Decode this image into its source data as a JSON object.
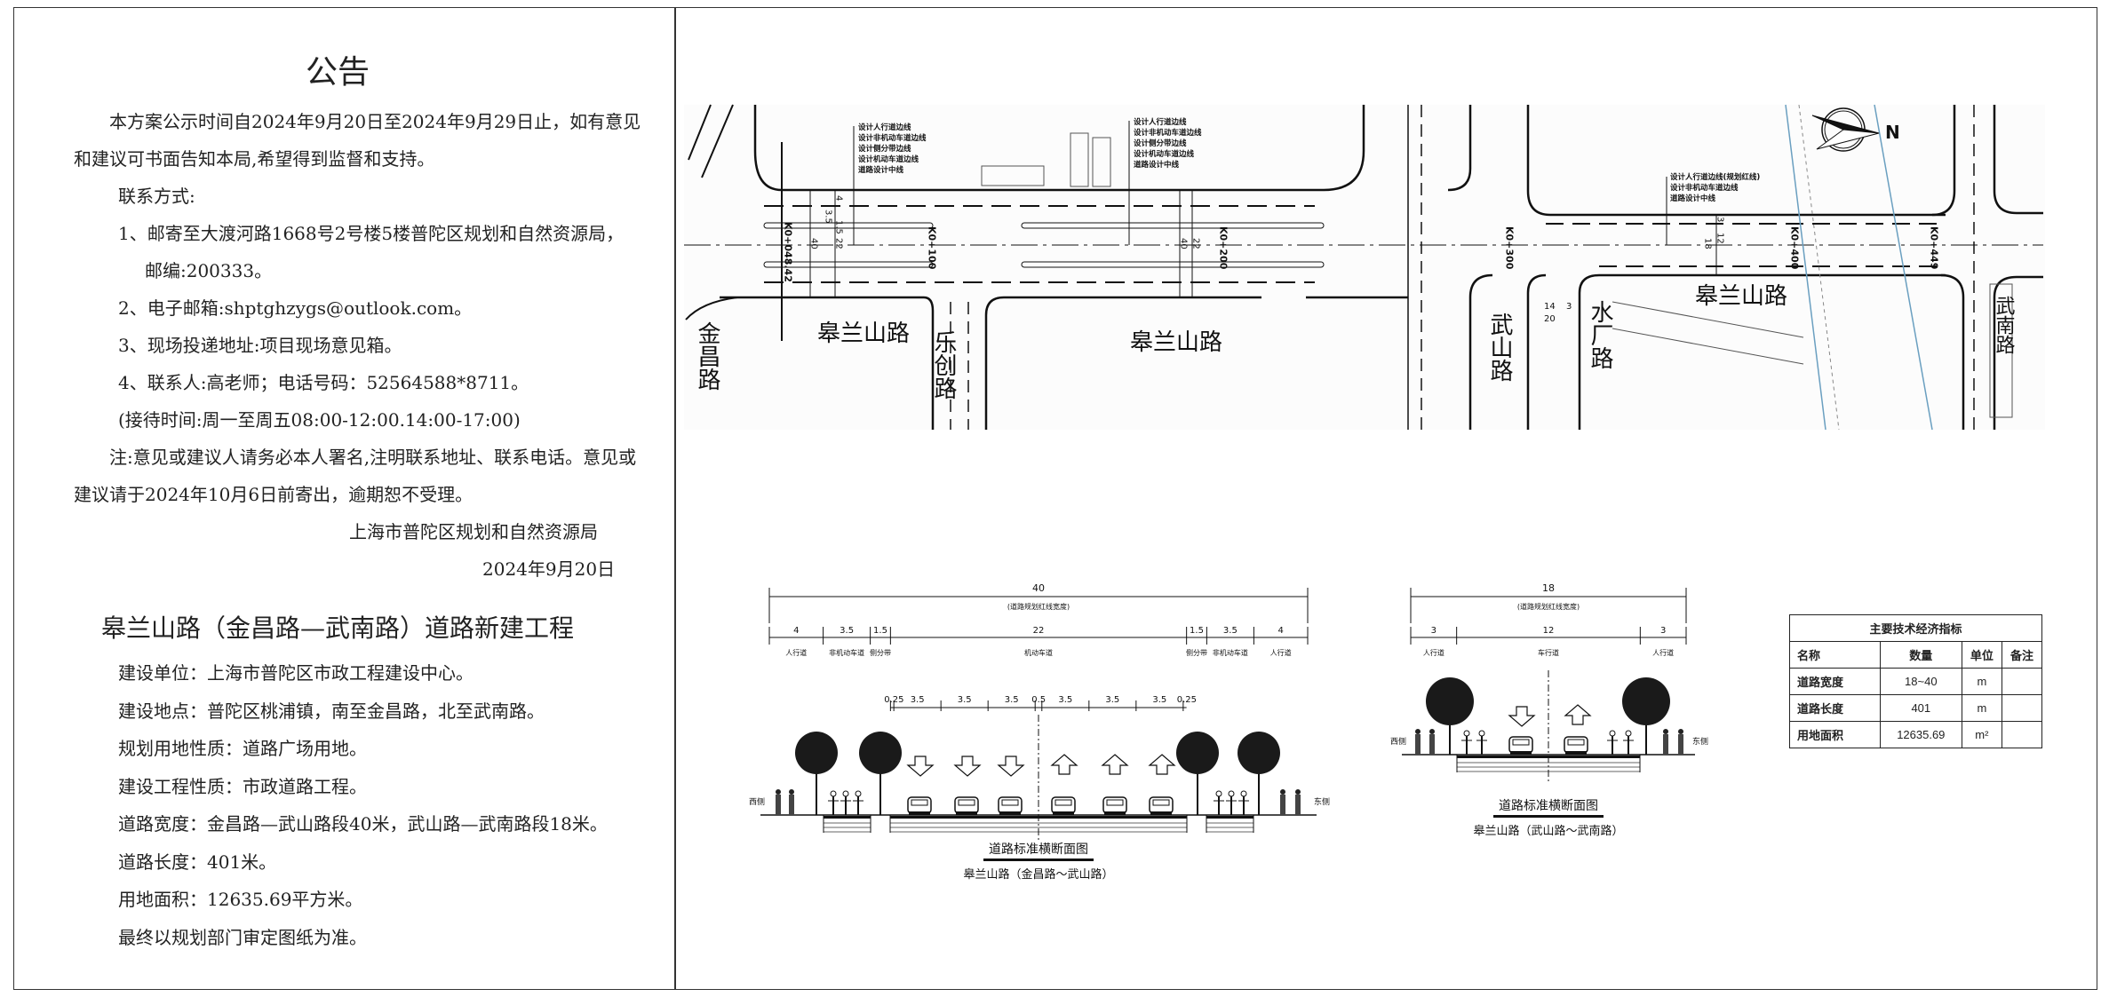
{
  "notice": {
    "title": "公告",
    "para1": "本方案公示时间自2024年9月20日至2024年9月29日止，如有意见和建议可书面告知本局,希望得到监督和支持。",
    "contact_heading": "联系方式:",
    "item1": "1、邮寄至大渡河路1668号2号楼5楼普陀区规划和自然资源局，",
    "item1_cont": "邮编:200333。",
    "item2": "2、电子邮箱:shptghzygs@outlook.com。",
    "item3": "3、现场投递地址:项目现场意见箱。",
    "item4": "4、联系人:高老师；电话号码：52564588*8711。",
    "hours": "(接待时间:周一至周五08:00-12:00.14:00-17:00)",
    "note": "注:意见或建议人请务必本人署名,注明联系地址、联系电话。意见或建议请于2024年10月6日前寄出，逾期恕不受理。",
    "signature": "上海市普陀区规划和自然资源局",
    "date": "2024年9月20日"
  },
  "project": {
    "title": "皋兰山路（金昌路—武南路）道路新建工程",
    "items": [
      "建设单位：上海市普陀区市政工程建设中心。",
      "建设地点：普陀区桃浦镇，南至金昌路，北至武南路。",
      "规划用地性质：道路广场用地。",
      "建设工程性质：市政道路工程。",
      "道路宽度：金昌路—武山路段40米，武山路—武南路段18米。",
      "道路长度：401米。",
      "用地面积：12635.69平方米。",
      "最终以规划部门审定图纸为准。"
    ]
  },
  "map": {
    "road_labels": {
      "jinchang": "金昌路",
      "gaolanshan_1": "皋兰山路",
      "lechuang": "乐创路",
      "gaolanshan_2": "皋兰山路",
      "wushan": "武山路",
      "shuichang": "水厂路",
      "gaolanshan_3": "皋兰山路",
      "wunan": "武南路"
    },
    "stations": [
      "K0+048.42",
      "K0+100",
      "K0+200",
      "K0+300",
      "K0+400",
      "K0+449"
    ],
    "dims": {
      "w40": "40",
      "w22": "22",
      "w4": "4",
      "w35": "3.5",
      "w15": "1.5",
      "w18": "18",
      "w12": "12",
      "w3": "3",
      "w14": "14",
      "w20": "20"
    },
    "legend_a": [
      "设计人行道边线",
      "设计非机动车道边线",
      "设计侧分带边线",
      "设计机动车道边线",
      "道路设计中线"
    ],
    "legend_b": [
      "设计人行道边线(规划红线)",
      "设计非机动车道边线",
      "道路设计中线"
    ],
    "north": "N"
  },
  "cross_sections": [
    {
      "total": "40",
      "total_label": "(道路规划红线宽度)",
      "segments": [
        {
          "width": 4,
          "label": "人行道"
        },
        {
          "width": 3.5,
          "label": "非机动车道"
        },
        {
          "width": 1.5,
          "label": "侧分带"
        },
        {
          "width": 22,
          "label": "机动车道"
        },
        {
          "width": 1.5,
          "label": "侧分带"
        },
        {
          "width": 3.5,
          "label": "非机动车道"
        },
        {
          "width": 4,
          "label": "人行道"
        }
      ],
      "lanes": [
        "0.25",
        "3.5",
        "3.5",
        "3.5",
        "0.5",
        "3.5",
        "3.5",
        "3.5",
        "0.25"
      ],
      "lane_widths": [
        0.25,
        3.5,
        3.5,
        3.5,
        0.5,
        3.5,
        3.5,
        3.5,
        0.25
      ],
      "west": "西侧",
      "east": "东侧",
      "title": "道路标准横断面图",
      "subtitle": "皋兰山路（金昌路～武山路）"
    },
    {
      "total": "18",
      "total_label": "(道路规划红线宽度)",
      "segments": [
        {
          "width": 3,
          "label": "人行道"
        },
        {
          "width": 12,
          "label": "车行道"
        },
        {
          "width": 3,
          "label": "人行道"
        }
      ],
      "lanes": [],
      "lane_widths": [],
      "west": "西侧",
      "east": "东侧",
      "title": "道路标准横断面图",
      "subtitle": "皋兰山路（武山路～武南路）"
    }
  ],
  "indicators": {
    "title": "主要技术经济指标",
    "headers": [
      "名称",
      "数量",
      "单位",
      "备注"
    ],
    "rows": [
      {
        "name": "道路宽度",
        "value": "18~40",
        "unit": "m",
        "note": ""
      },
      {
        "name": "道路长度",
        "value": "401",
        "unit": "m",
        "note": ""
      },
      {
        "name": "用地面积",
        "value": "12635.69",
        "unit": "m²",
        "note": ""
      }
    ]
  }
}
